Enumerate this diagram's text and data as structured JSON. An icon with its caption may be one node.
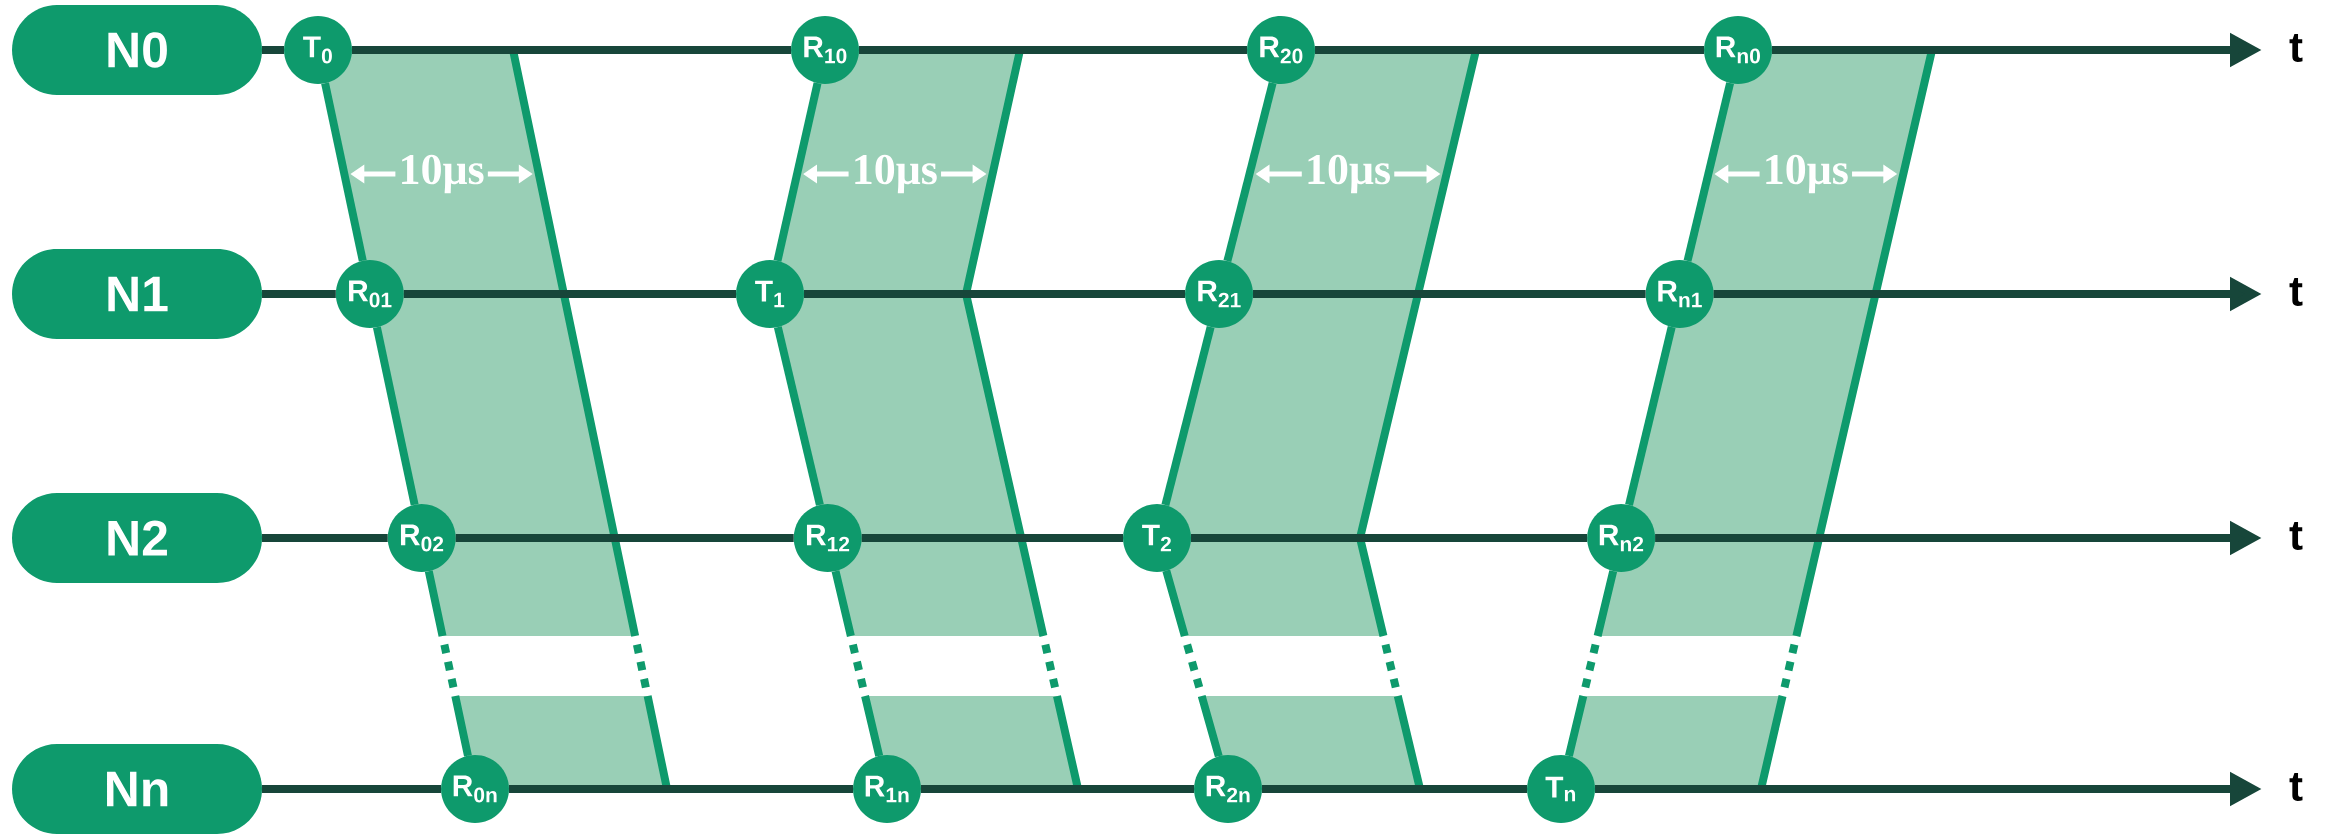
{
  "diagram": {
    "nodes": [
      {
        "text": [
          "N0"
        ]
      },
      {
        "text": [
          "N1"
        ]
      },
      {
        "text": [
          "N2"
        ]
      },
      {
        "text": [
          "Nn"
        ]
      },
      {
        "text": [
          "T$_{0}$"
        ]
      },
      {
        "text": [
          "R$_{10}$"
        ]
      },
      {
        "text": [
          "R$_{20}$"
        ]
      },
      {
        "text": [
          "R$_{n0}$"
        ]
      },
      {
        "text": [
          "R$_{01}$"
        ]
      },
      {
        "text": [
          "T$_{1}$"
        ]
      },
      {
        "text": [
          "R$_{21}$"
        ]
      },
      {
        "text": [
          "R$_{n1}$"
        ]
      },
      {
        "text": [
          "R$_{02}$"
        ]
      },
      {
        "text": [
          "R$_{12}$"
        ]
      },
      {
        "text": [
          "T$_{2}$"
        ]
      },
      {
        "text": [
          "R$_{n2}$"
        ]
      },
      {
        "text": [
          "R$_{0n}$"
        ]
      },
      {
        "text": [
          "R$_{1n}$"
        ]
      },
      {
        "text": [
          "R$_{2n}$"
        ]
      },
      {
        "text": [
          "T$_{n}$"
        ]
      }
    ],
    "edges": [
      {
        "from": 0,
        "to": 4,
        "arrow": "none"
      },
      {
        "from": 4,
        "to": 5,
        "arrow": "none"
      },
      {
        "from": 5,
        "to": 6,
        "arrow": "none"
      },
      {
        "from": 6,
        "to": 7,
        "arrow": "none"
      },
      {
        "from": 7,
        "to": null,
        "arrow": "to"
      },
      {
        "from": 1,
        "to": 8,
        "arrow": "none"
      },
      {
        "from": 8,
        "to": 9,
        "arrow": "none"
      },
      {
        "from": 9,
        "to": 10,
        "arrow": "none"
      },
      {
        "from": 10,
        "to": 11,
        "arrow": "none"
      },
      {
        "from": 11,
        "to": null,
        "arrow": "to"
      },
      {
        "from": 2,
        "to": 12,
        "arrow": "none"
      },
      {
        "from": 12,
        "to": 13,
        "arrow": "none"
      },
      {
        "from": 13,
        "to": 14,
        "arrow": "none"
      },
      {
        "from": 14,
        "to": 15,
        "arrow": "none"
      },
      {
        "from": 15,
        "to": null,
        "arrow": "to"
      },
      {
        "from": 3,
        "to": 16,
        "arrow": "none"
      },
      {
        "from": 16,
        "to": 17,
        "arrow": "none"
      },
      {
        "from": 17,
        "to": 18,
        "arrow": "none"
      },
      {
        "from": 18,
        "to": 19,
        "arrow": "none"
      },
      {
        "from": 19,
        "to": null,
        "arrow": "to"
      },
      {
        "from": 4,
        "to": 8,
        "arrow": "none",
        "color": "#0e9a6c"
      },
      {
        "from": 8,
        "to": 12,
        "arrow": "none",
        "color": "#0e9a6c"
      },
      {
        "from": 12,
        "to": 16,
        "arrow": "none",
        "color": "#0e9a6c",
        "style": "dashed"
      },
      {
        "from": 9,
        "to": 5,
        "arrow": "none",
        "color": "#0e9a6c"
      },
      {
        "from": 9,
        "to": 13,
        "arrow": "none",
        "color": "#0e9a6c"
      },
      {
        "from": 13,
        "to": 17,
        "arrow": "none",
        "color": "#0e9a6c",
        "style": "dashed"
      },
      {
        "from": 14,
        "to": 10,
        "arrow": "none",
        "color": "#0e9a6c"
      },
      {
        "from": 10,
        "to": 6,
        "arrow": "none",
        "color": "#0e9a6c"
      },
      {
        "from": 14,
        "to": 18,
        "arrow": "none",
        "color": "#0e9a6c",
        "style": "dashed"
      },
      {
        "from": 19,
        "to": 15,
        "arrow": "none",
        "color": "#0e9a6c",
        "style": "dashed"
      },
      {
        "from": 15,
        "to": 11,
        "arrow": "none",
        "color": "#0e9a6c"
      },
      {
        "from": 11,
        "to": 7,
        "arrow": "none",
        "color": "#0e9a6c"
      }
    ],
    "labels": [
      "t",
      "10μs",
      "10μs",
      "10μs",
      "10μs",
      "t",
      "t",
      "t"
    ]
  }
}
